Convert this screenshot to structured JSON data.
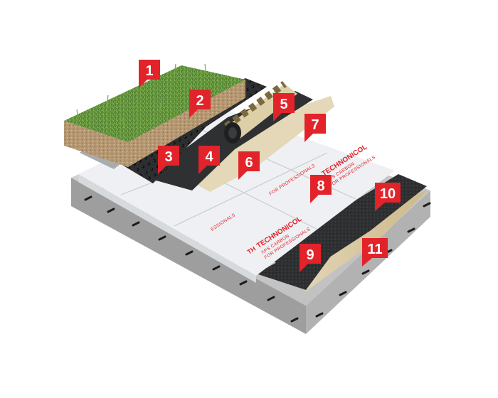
{
  "brand": {
    "name": "TECHNONICOL",
    "product_line": "XPS CARBON",
    "tagline": "FOR PROFESSIONALS",
    "fragment_left": "ESSIONALS",
    "logo_glyph": "ТН",
    "accent": "#e2232a"
  },
  "markers": [
    {
      "label": "1"
    },
    {
      "label": "2"
    },
    {
      "label": "3"
    },
    {
      "label": "4"
    },
    {
      "label": "5"
    },
    {
      "label": "6"
    },
    {
      "label": "7"
    },
    {
      "label": "8"
    },
    {
      "label": "9"
    },
    {
      "label": "10"
    },
    {
      "label": "11"
    }
  ],
  "colors": {
    "grass": "#5f8f3a",
    "soil": "#b79a74",
    "geotextile": "#b5b7ba",
    "drainage_membrane": "#2b2c2e",
    "bitumen": "#3a3b3d",
    "xps_board": "#eef0f3",
    "concrete": "#c9c9c9",
    "rebar": "#1c1c1c",
    "primer": "#d8c9a2",
    "marker": "#e2232a"
  }
}
